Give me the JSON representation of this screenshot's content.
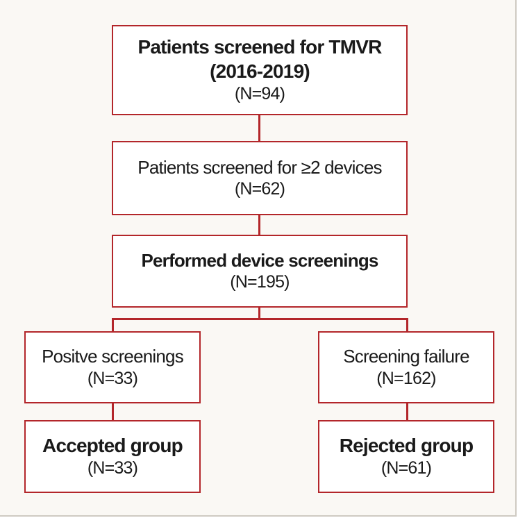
{
  "boxes": {
    "screened": {
      "title_line1": "Patients screened for TMVR",
      "title_line2": "(2016-2019)",
      "n": "(N=94)"
    },
    "two_devices": {
      "title": "Patients screened for ≥2 devices",
      "n": "(N=62)"
    },
    "performed": {
      "title": "Performed device screenings",
      "n": "(N=195)"
    },
    "positive": {
      "title": "Positve screenings",
      "n": "(N=33)"
    },
    "failure": {
      "title": "Screening failure",
      "n": "(N=162)"
    },
    "accepted": {
      "title": "Accepted group",
      "n": "(N=33)"
    },
    "rejected": {
      "title": "Rejected group",
      "n": "(N=61)"
    }
  },
  "colors": {
    "border": "#b3262a",
    "background": "#faf8f4",
    "box_fill": "#ffffff"
  }
}
